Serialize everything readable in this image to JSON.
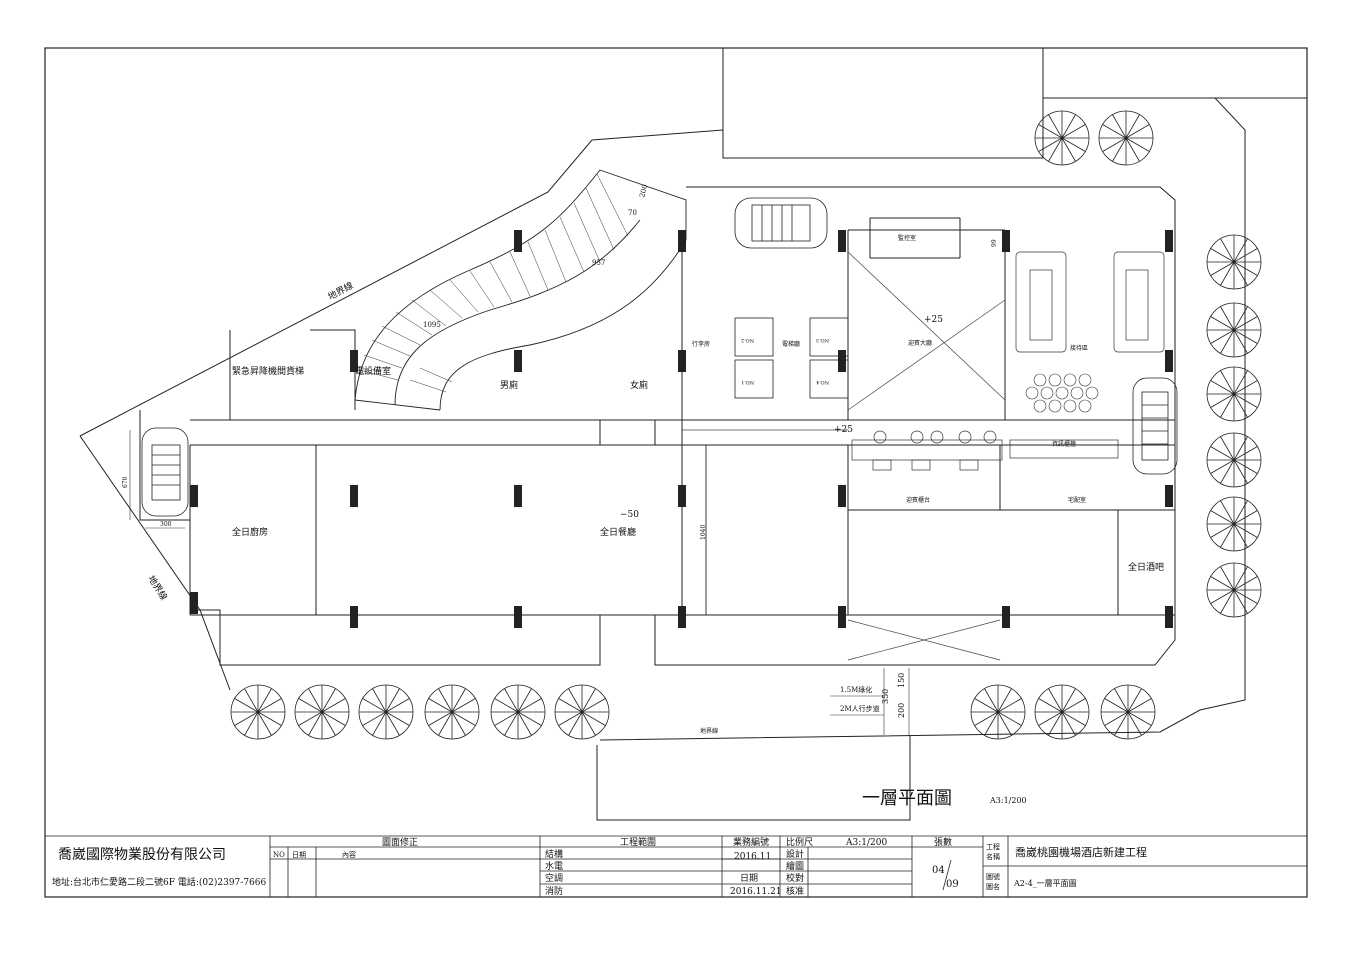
{
  "plan": {
    "title": "一層平面圖",
    "scale": "A3:1/200",
    "labels": {
      "boundary_top": "地界線",
      "boundary_left": "地界線",
      "boundary_bottom": "地界線",
      "dim_670": "670",
      "dim_300": "300",
      "dim_1095": "1095",
      "dim_957": "957",
      "dim_70": "70",
      "dim_200": "200",
      "dim_99": "99",
      "dim_1040": "1040",
      "dim_350": "350",
      "dim_150": "150",
      "dim_200b": "200",
      "emergency_lift": "緊急昇降機間貨梯",
      "equipment_room": "電設備室",
      "men_wc": "男廁",
      "women_wc": "女廁",
      "luggage_room": "行李房",
      "elevator_hall": "電梯廳",
      "security_room": "監控室",
      "welcome_lobby": "迎賓大廳",
      "level_plus25_a": "+25",
      "level_plus25_b": "+25",
      "level_minus50": "−50",
      "all_day_kitchen": "全日廚房",
      "all_day_dining": "全日餐廳",
      "all_day_bar": "全日酒吧",
      "reception_counter": "迎賓櫃台",
      "delivery_room": "宅配室",
      "info_counter": "資訊櫃檯",
      "lounge": "接待區",
      "sidewalk_1": "1.5M綠化",
      "sidewalk_2": "2M人行步道",
      "elev_1": "NO.1",
      "elev_2": "NO.2",
      "elev_3": "NO.3",
      "elev_4": "NO.4"
    }
  },
  "title_block": {
    "company": "喬崴國際物業股份有限公司",
    "address": "地址:台北市仁愛路二段二號6F  電話:(02)2397-7666",
    "revision_header": "圖面修正",
    "col_no": "NO",
    "col_date": "日期",
    "col_content": "內容",
    "scope_header": "工程範圍",
    "scope_items": [
      "結構",
      "水電",
      "空調",
      "消防"
    ],
    "biz_no_label": "業務編號",
    "biz_no_value": "2016.11",
    "date_label": "日期",
    "date_value": "2016.11.21",
    "scale_label": "比例尺",
    "scale_value": "A3:1/200",
    "roles": [
      "設計",
      "繪圖",
      "校對",
      "核准"
    ],
    "sheets_label": "張數",
    "sheet_num": "04",
    "sheet_total": "09",
    "project_label_1": "工程",
    "project_label_2": "名稱",
    "project_name": "喬崴桃園機場酒店新建工程",
    "drawing_label_1": "圖號",
    "drawing_label_2": "圖名",
    "drawing_name": "A2-4_一層平面圖"
  }
}
